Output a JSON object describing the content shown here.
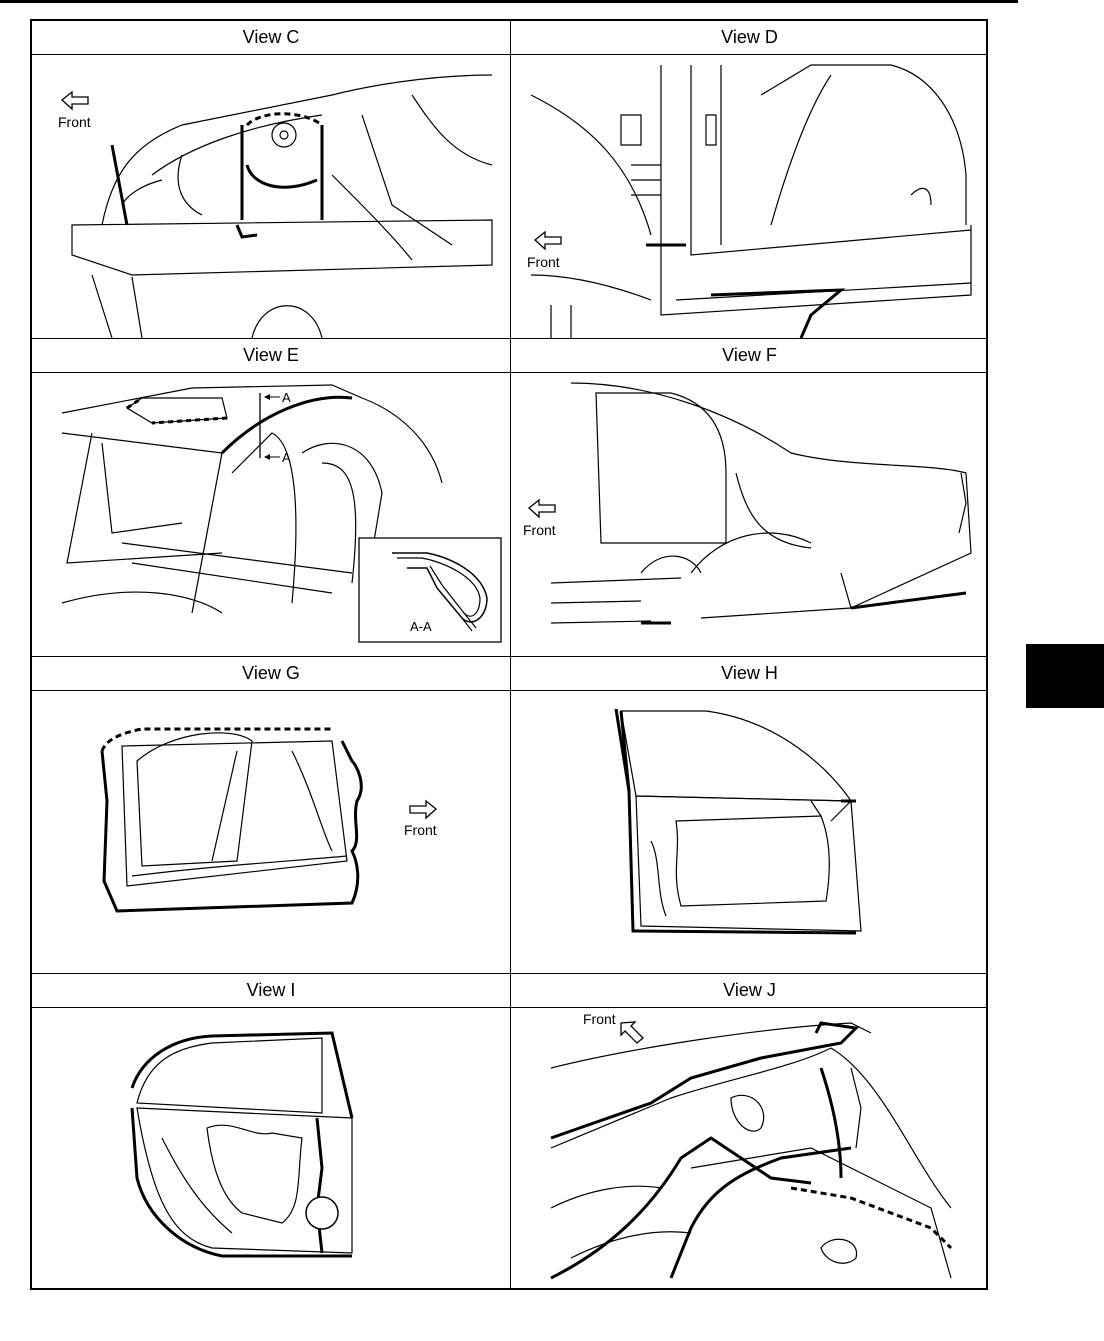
{
  "views": [
    {
      "title": "View C",
      "front_label": "Front"
    },
    {
      "title": "View D",
      "front_label": "Front"
    },
    {
      "title": "View E",
      "section_label_top": "A",
      "section_label_bottom": "A",
      "inset_label": "A-A"
    },
    {
      "title": "View F",
      "front_label": "Front"
    },
    {
      "title": "View G",
      "front_label": "Front"
    },
    {
      "title": "View H"
    },
    {
      "title": "View I"
    },
    {
      "title": "View J",
      "front_label": "Front"
    }
  ]
}
